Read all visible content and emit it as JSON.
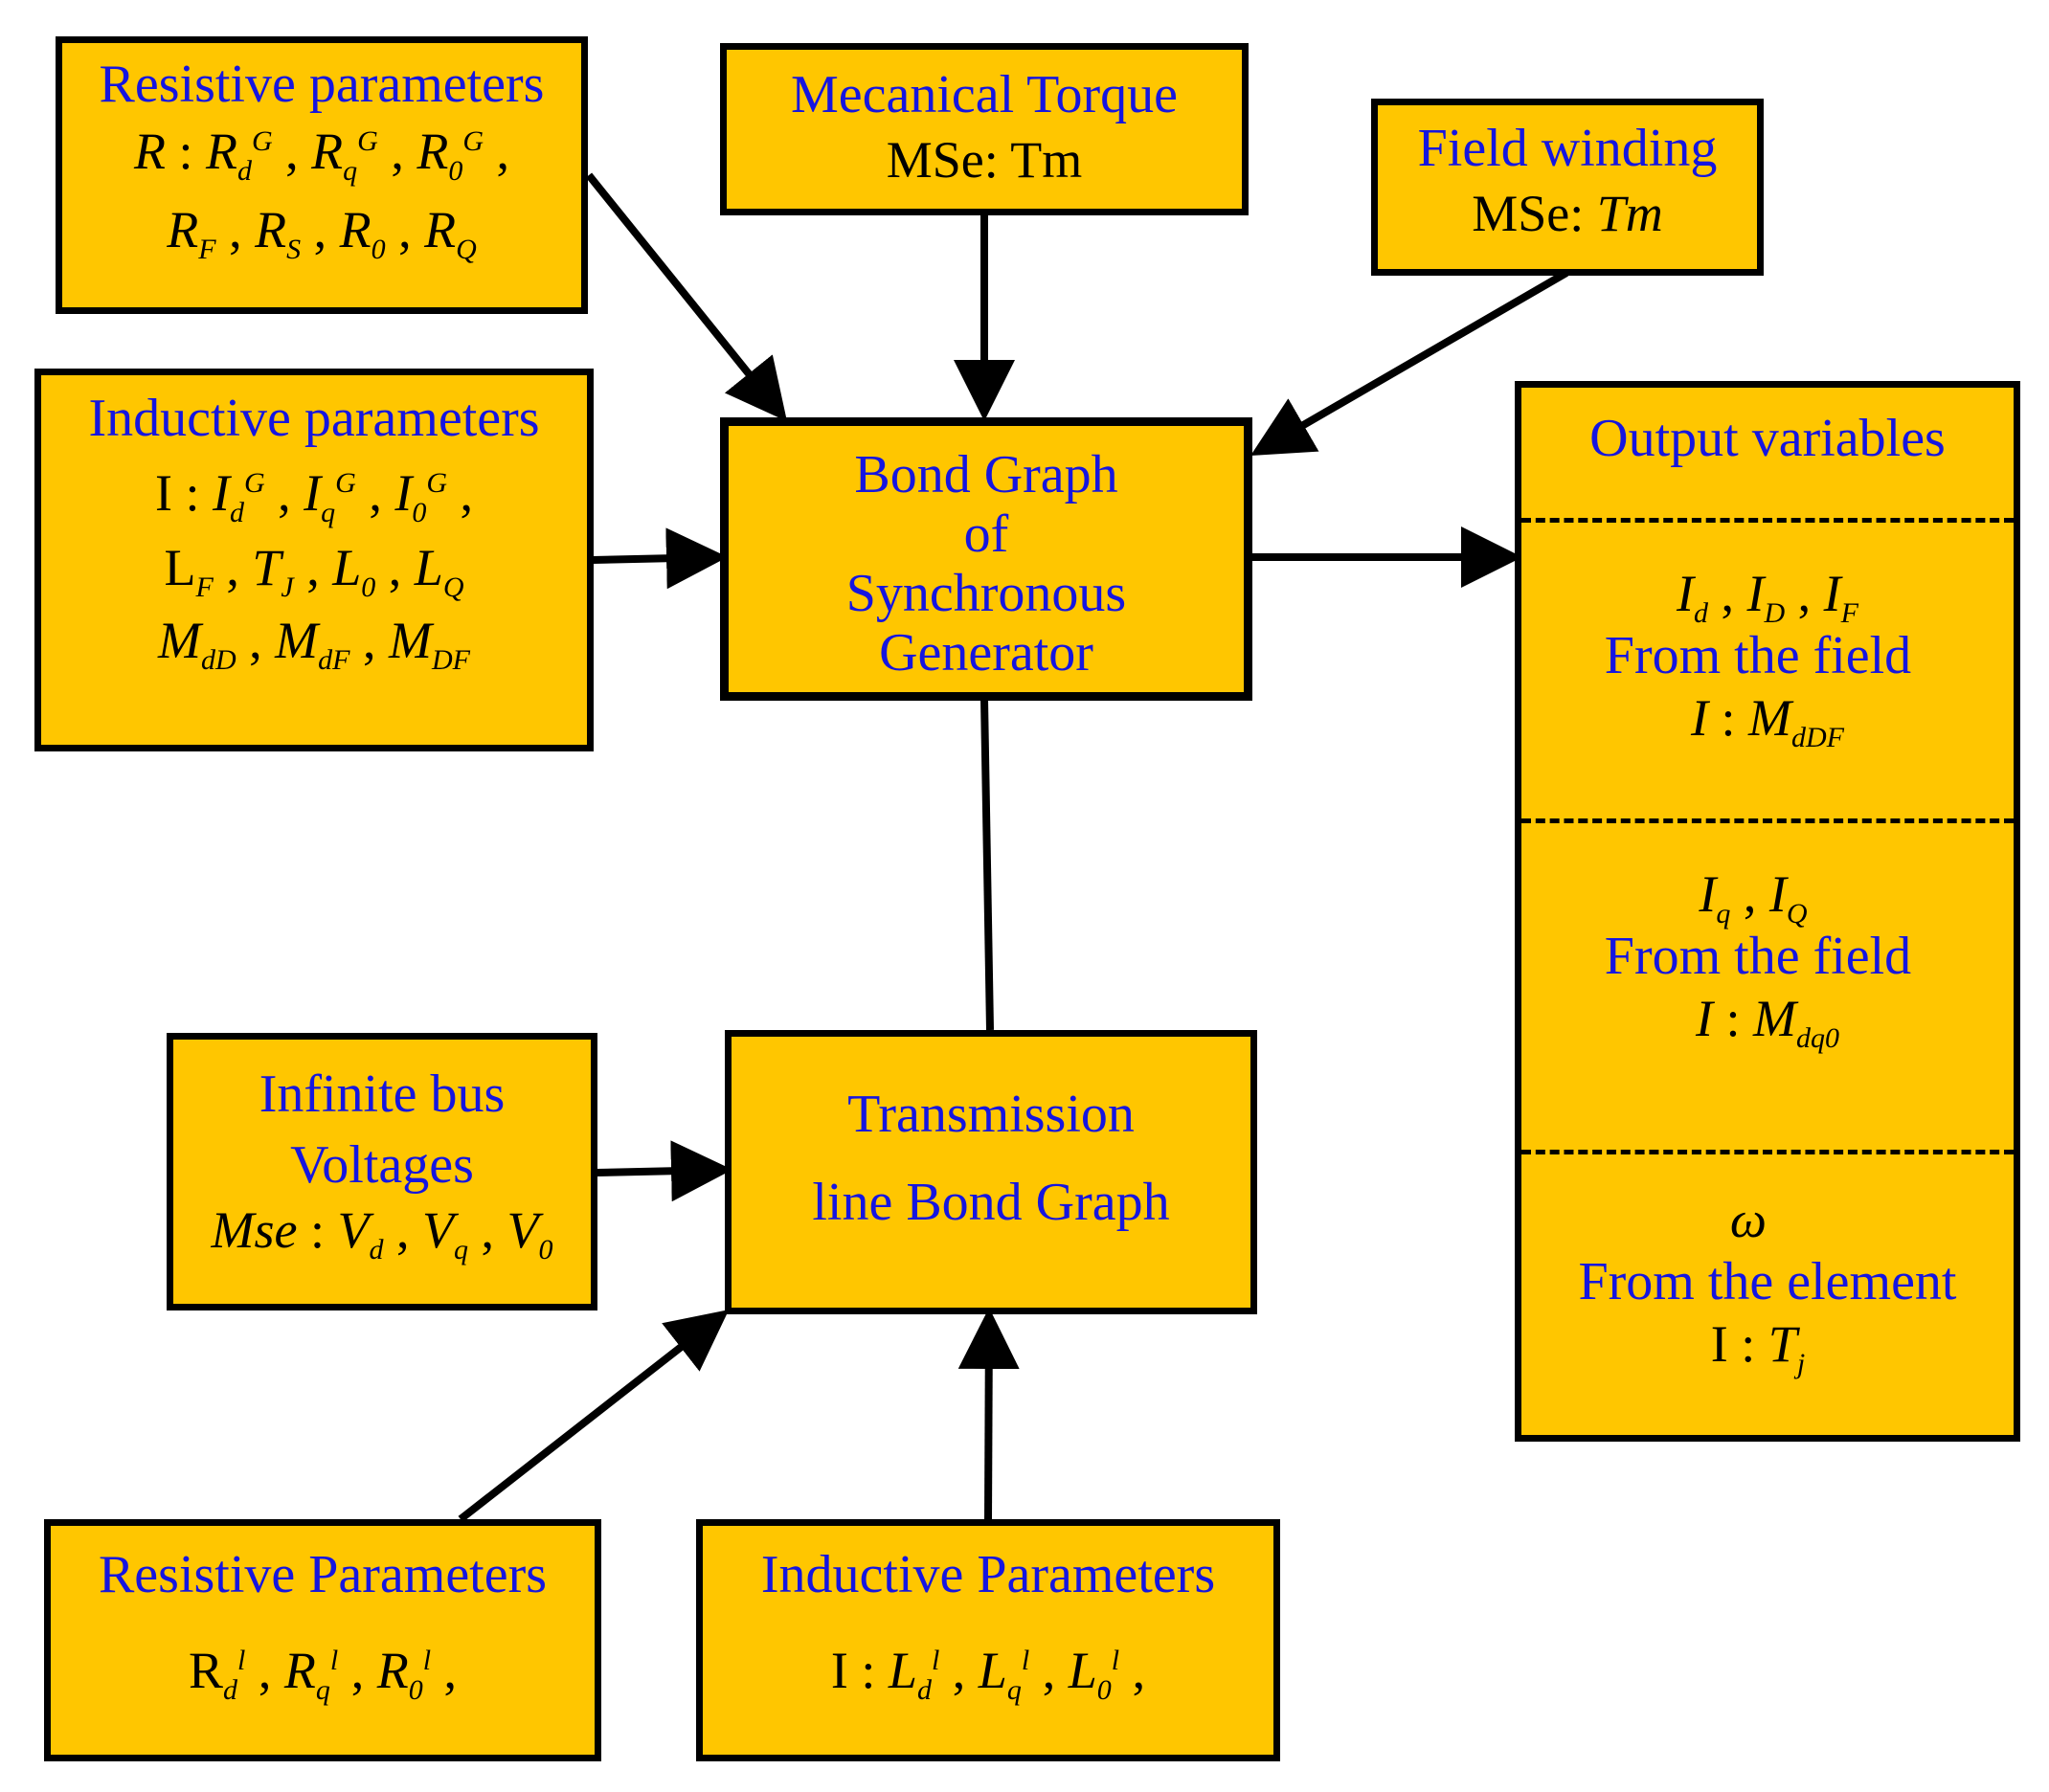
{
  "diagram": {
    "resistive_gen": {
      "title": "Resistive parameters",
      "line1": "R : R_d^G , R_q^G , R_0^G ,",
      "line2": "R_F , R_S , R_0 , R_Q"
    },
    "mech_torque": {
      "title": "Mecanical Torque",
      "line1": "MSe: Tm"
    },
    "field_winding": {
      "title": "Field winding",
      "line1": "MSe: Tm"
    },
    "inductive_gen": {
      "title": "Inductive parameters",
      "line1": "I : I_d^G , I_q^G , I_0^G ,",
      "line2": "L_F , T_J , L_0 , L_Q",
      "line3": "M_dD , M_dF , M_DF"
    },
    "bond_graph": {
      "line1": "Bond Graph",
      "line2": "of",
      "line3": "Synchronous",
      "line4": "Generator"
    },
    "output": {
      "title": "Output variables",
      "s1_vars": "I_d , I_D , I_F",
      "s1_text": "From the field",
      "s1_elem": "I : M_dDF",
      "s2_vars": "I_q , I_Q",
      "s2_text": "From the field",
      "s2_elem": "I : M_dq0",
      "s3_vars": "ω",
      "s3_text": "From the element",
      "s3_elem": "I : T_j"
    },
    "infinite_bus": {
      "line1": "Infinite bus",
      "line2": "Voltages",
      "line3": "Mse : V_d , V_q , V_0"
    },
    "transmission": {
      "line1": "Transmission",
      "line2": "line Bond Graph"
    },
    "resistive_line": {
      "title": "Resistive Parameters",
      "line1": "R_d^l , R_q^l , R_0^l ,"
    },
    "inductive_line": {
      "title": "Inductive Parameters",
      "line1": "I : L_d^l , L_q^l , L_0^l ,"
    }
  }
}
